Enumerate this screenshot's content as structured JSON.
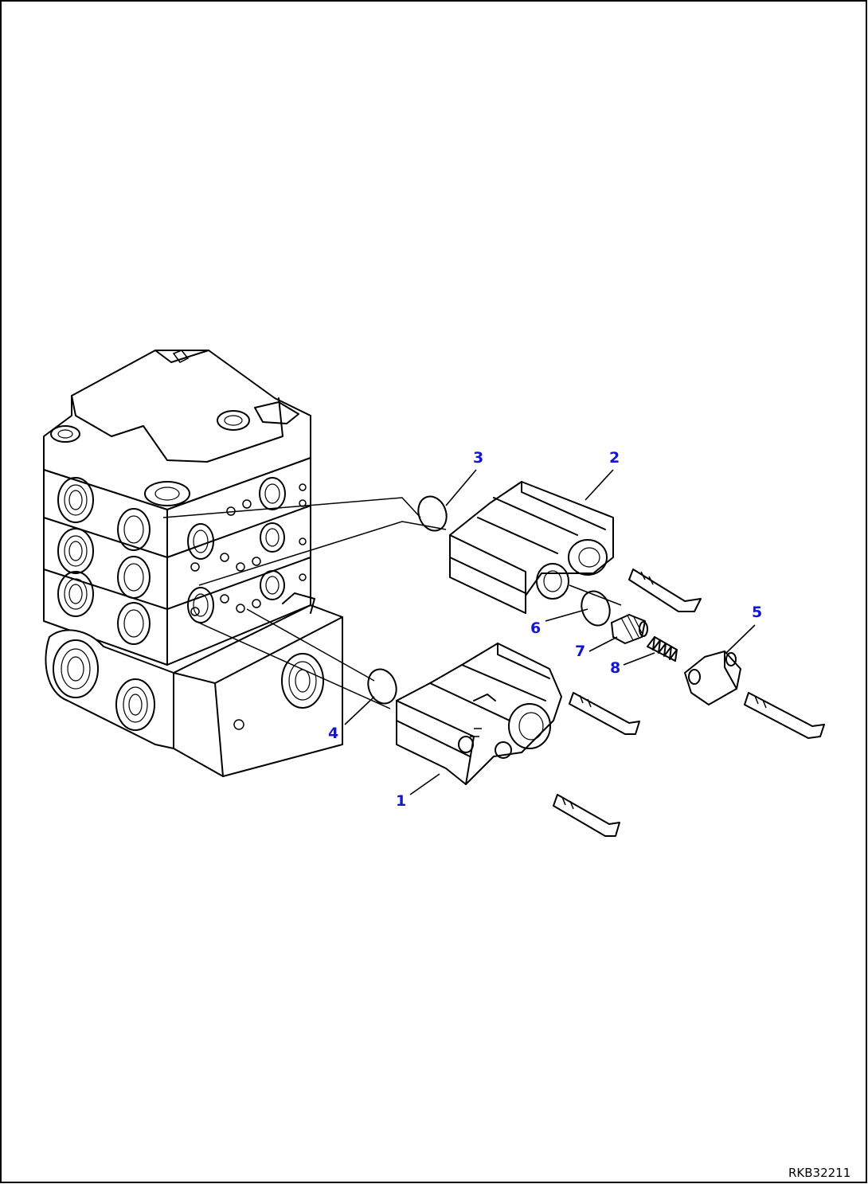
{
  "callouts": [
    {
      "id": "1",
      "label": "1",
      "part": "valve-section"
    },
    {
      "id": "2",
      "label": "2",
      "part": "valve-section"
    },
    {
      "id": "3",
      "label": "3",
      "part": "o-ring"
    },
    {
      "id": "4",
      "label": "4",
      "part": "o-ring"
    },
    {
      "id": "5",
      "label": "5",
      "part": "cover"
    },
    {
      "id": "6",
      "label": "6",
      "part": "o-ring"
    },
    {
      "id": "7",
      "label": "7",
      "part": "poppet"
    },
    {
      "id": "8",
      "label": "8",
      "part": "spring"
    }
  ],
  "drawing_id": "RKB32211",
  "colors": {
    "callout": "#1515d0",
    "line": "#000000",
    "background": "#ffffff"
  }
}
